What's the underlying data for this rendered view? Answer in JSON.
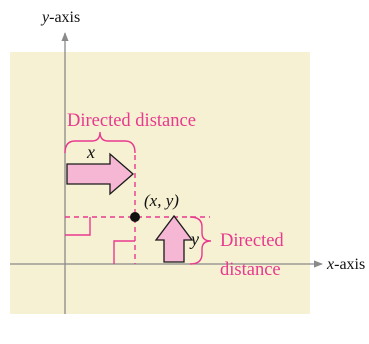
{
  "labels": {
    "y_axis_var": "y",
    "y_axis_suffix": "-axis",
    "x_axis_var": "x",
    "x_axis_suffix": "-axis",
    "horizontal_distance_label": "Directed distance",
    "horizontal_distance_var": "x",
    "vertical_distance_line1": "Directed",
    "vertical_distance_line2": "distance",
    "vertical_distance_var": "y",
    "point_label": "(x, y)"
  },
  "colors": {
    "plane_background": "#f6f1d2",
    "axis": "#8a8a8a",
    "accent": "#e8398e",
    "arrow_fill": "#f5b7d3",
    "arrow_stroke": "#1a1a1a",
    "point": "#111111",
    "text": "#111111"
  }
}
